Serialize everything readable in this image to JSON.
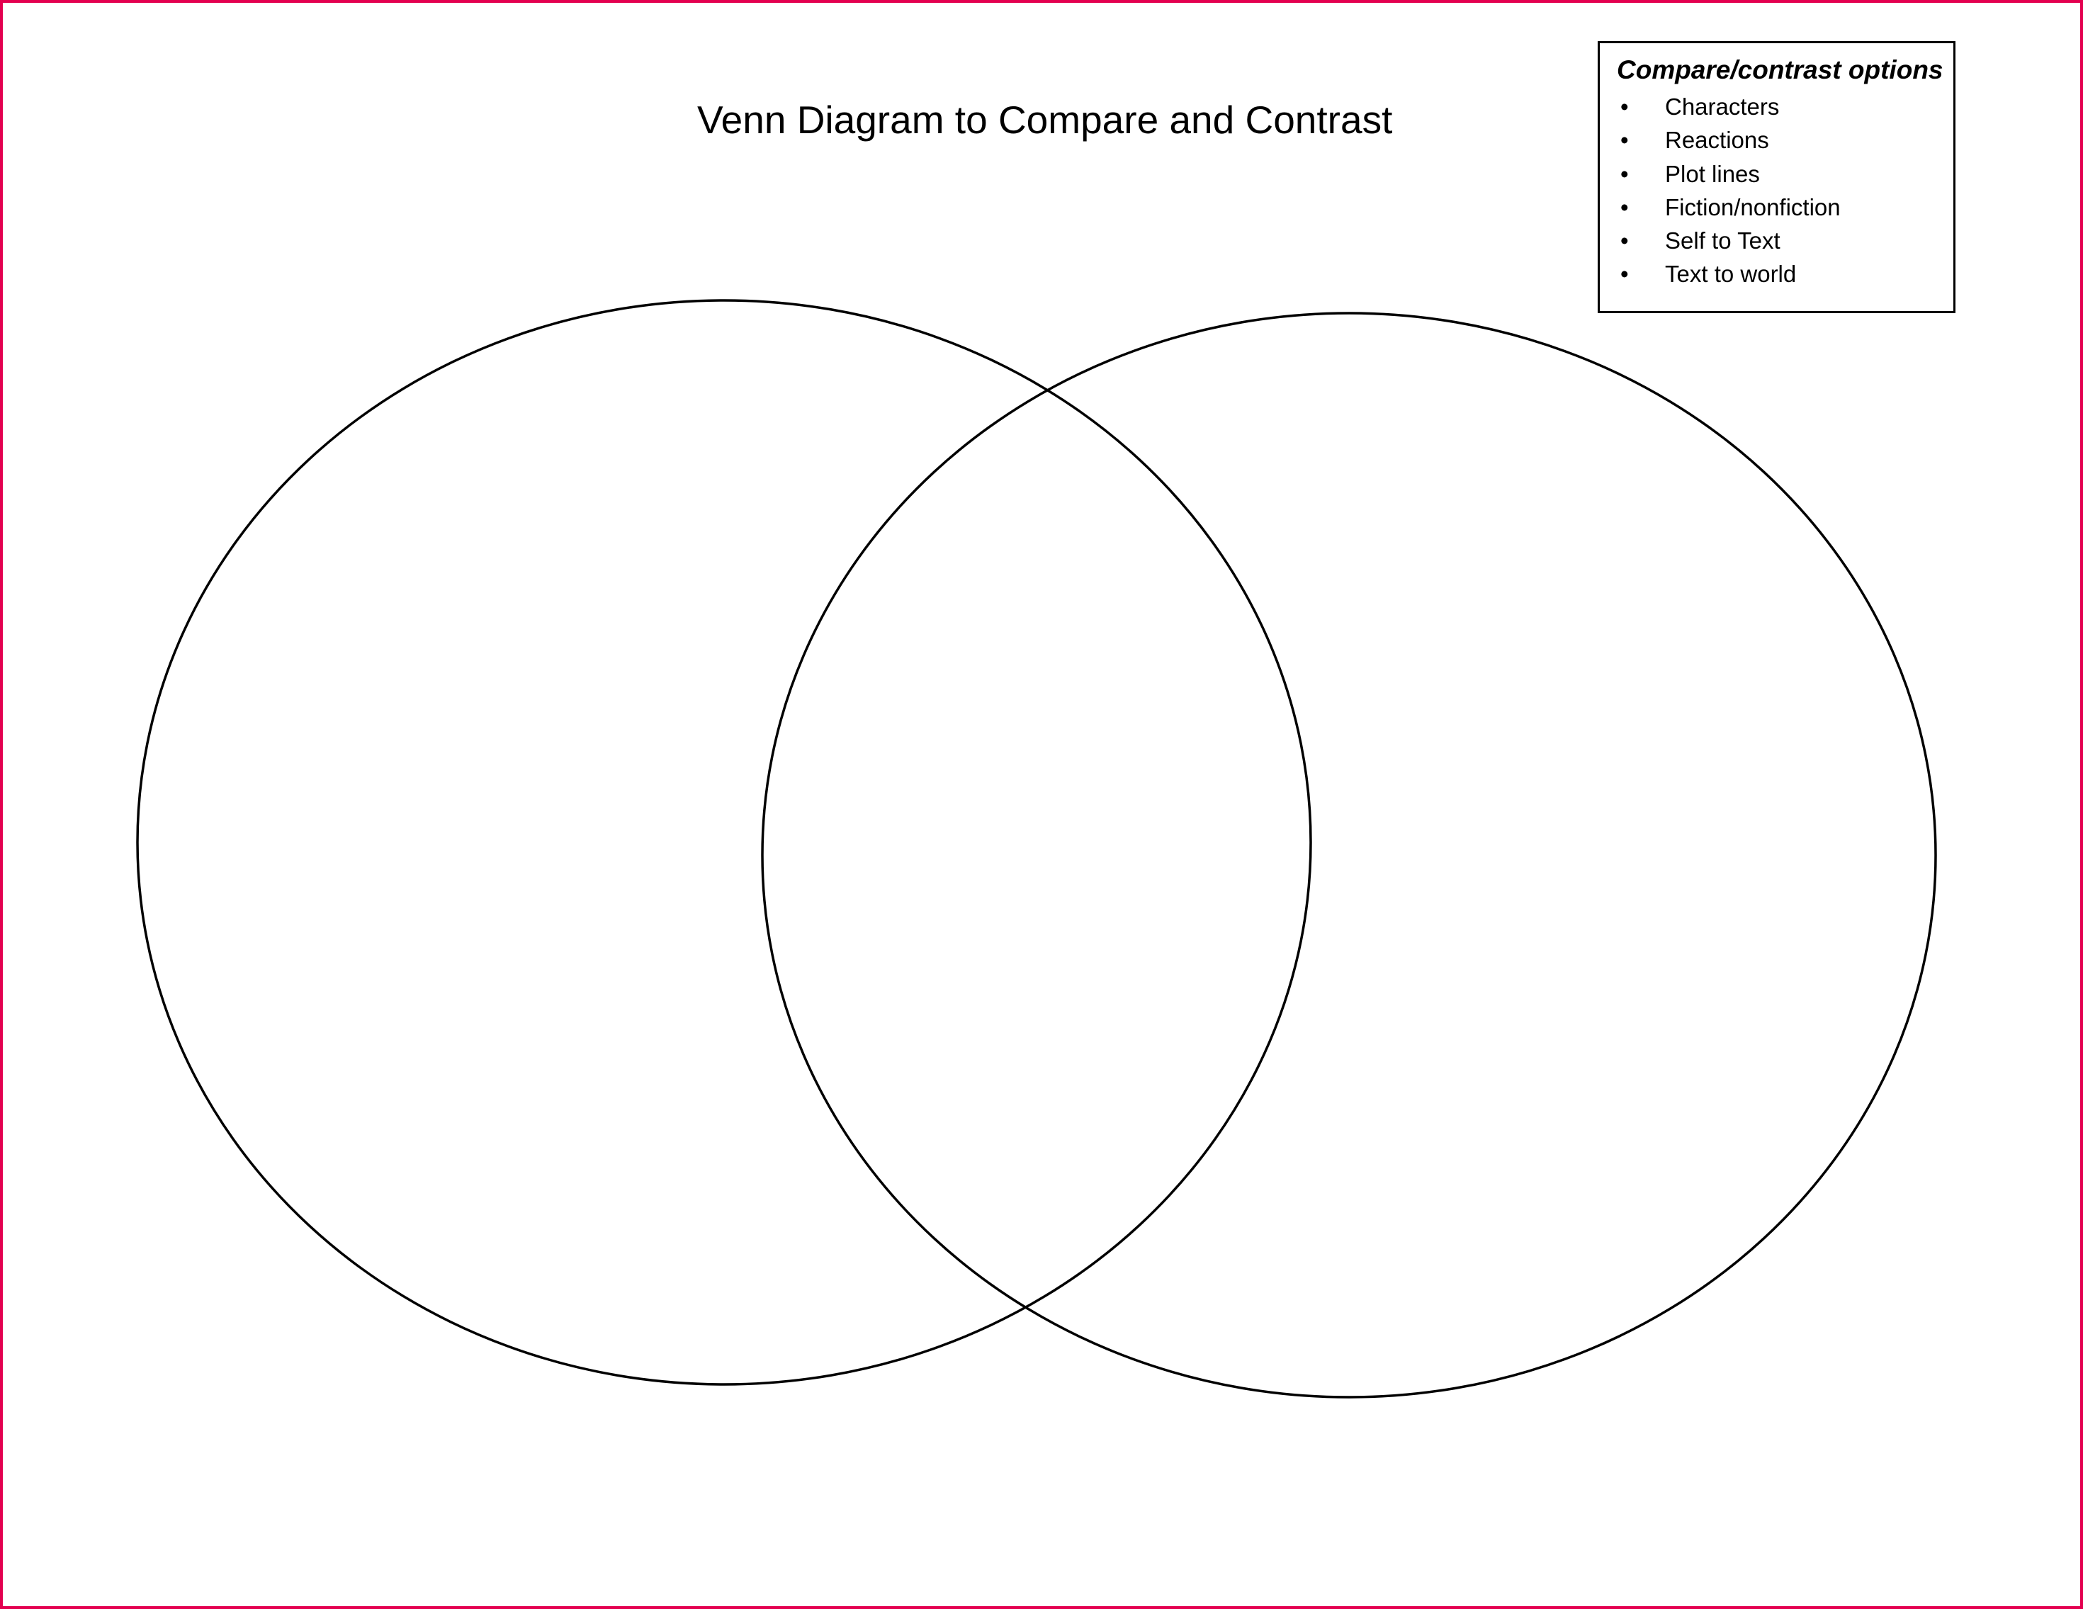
{
  "title": "Venn Diagram to Compare and Contrast",
  "options_box": {
    "heading": "Compare/contrast options",
    "items": [
      {
        "label": "Characters"
      },
      {
        "label": "Reactions"
      },
      {
        "label": "Plot lines"
      },
      {
        "label": "Fiction/nonfiction"
      },
      {
        "label": "Self to Text"
      },
      {
        "label": "Text to world"
      }
    ],
    "bullet": "•"
  },
  "colors": {
    "page_border": "#e3004f",
    "line": "#000000",
    "background": "#ffffff"
  }
}
